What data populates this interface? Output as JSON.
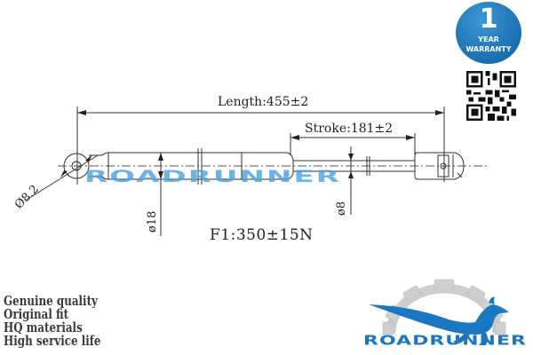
{
  "product": {
    "type": "gas spring technical drawing",
    "brand": "ROADRUNNER"
  },
  "dimensions": {
    "length_label": "Length:455±2",
    "stroke_label": "Stroke:181±2",
    "force_label": "F1:350±15N",
    "eye_diameter": "Ø8.2",
    "body_diameter": "ø18",
    "rod_diameter": "ø8"
  },
  "watermark": {
    "text": "ROADRUNNER",
    "color": "#4fa3de"
  },
  "warranty_badge": {
    "number": "1",
    "line1": "YEAR",
    "line2": "WARRANTY",
    "color": "#1a6fb0"
  },
  "qr_code": {
    "icon": "qr-code-icon"
  },
  "features": [
    "Genuine quality",
    "Original fit",
    "HQ materials",
    "High service life"
  ],
  "logo": {
    "text": "ROADRUNNER",
    "icon": "roadrunner-bird-gear-icon",
    "bird_color": "#1a78c2",
    "gear_color": "#c8c8c8"
  }
}
